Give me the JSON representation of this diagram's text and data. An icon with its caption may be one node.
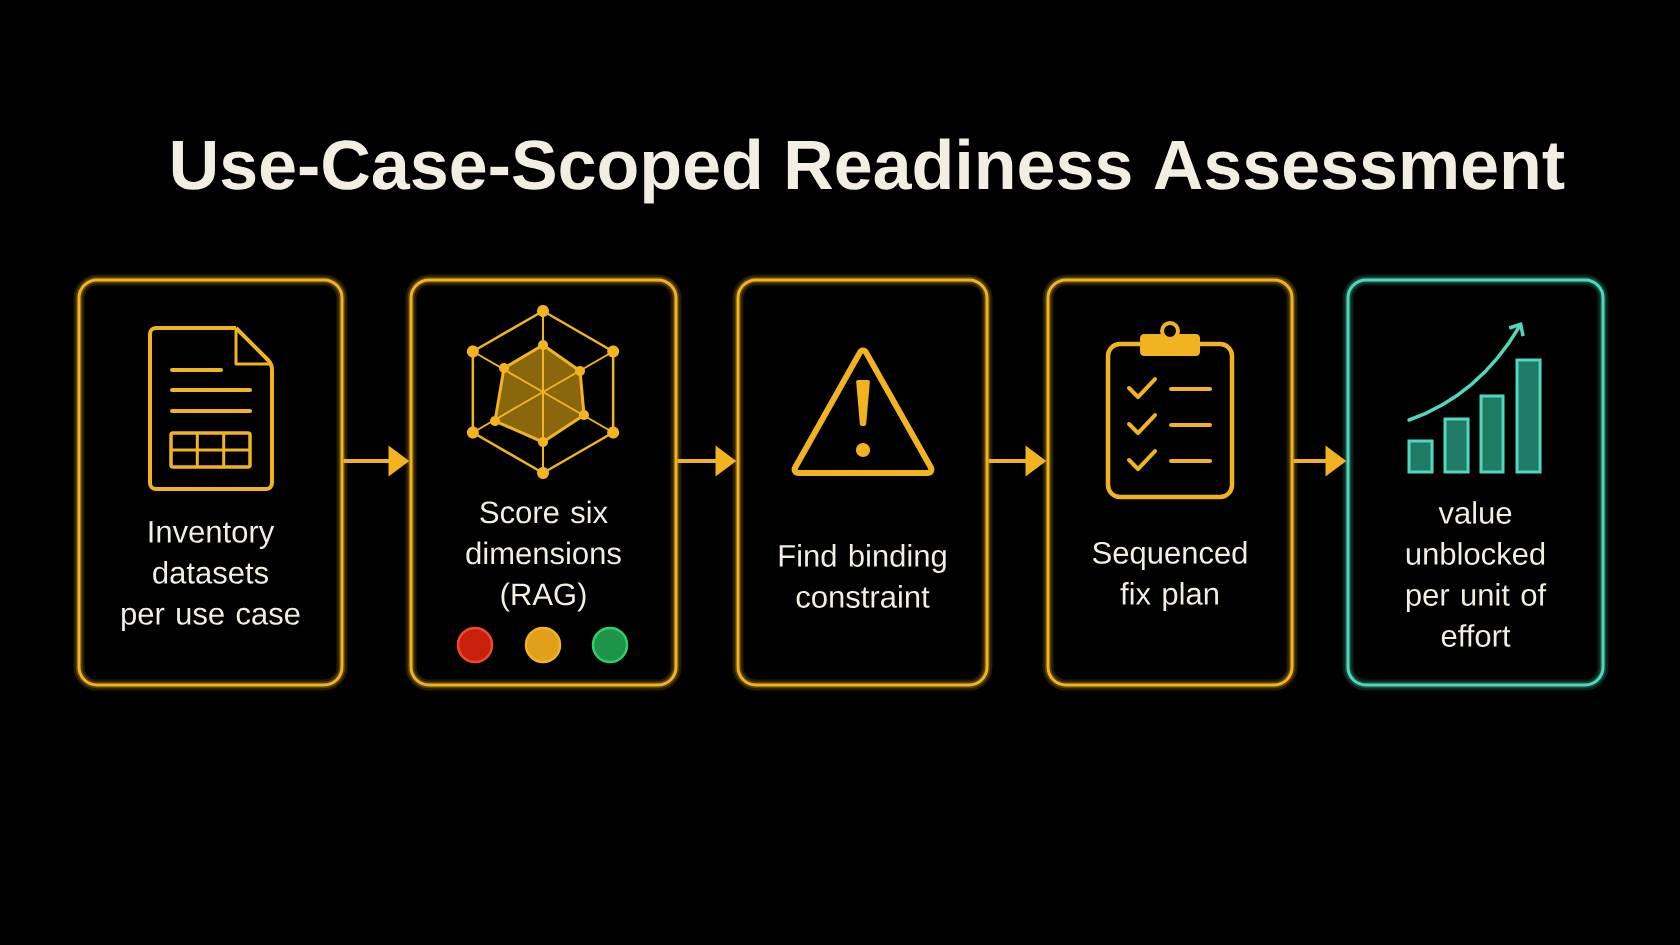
{
  "diagram": {
    "title": "Use-Case-Scoped Readiness Assessment",
    "nodes": [
      {
        "text": [
          "Inventory datasets per use case"
        ]
      },
      {
        "text": [
          "Score six dimensions (RAG)"
        ]
      },
      {
        "text": [
          "Find binding constraint"
        ]
      },
      {
        "text": [
          "Sequenced fix plan"
        ]
      },
      {
        "text": [
          "value unblocked per unit of effort"
        ]
      }
    ],
    "edges": [
      {
        "from": 0,
        "to": 1,
        "arrow": "to"
      },
      {
        "from": 1,
        "to": 2,
        "arrow": "to"
      },
      {
        "from": 2,
        "to": 3,
        "arrow": "to"
      },
      {
        "from": 3,
        "to": 4,
        "arrow": "to"
      }
    ]
  }
}
